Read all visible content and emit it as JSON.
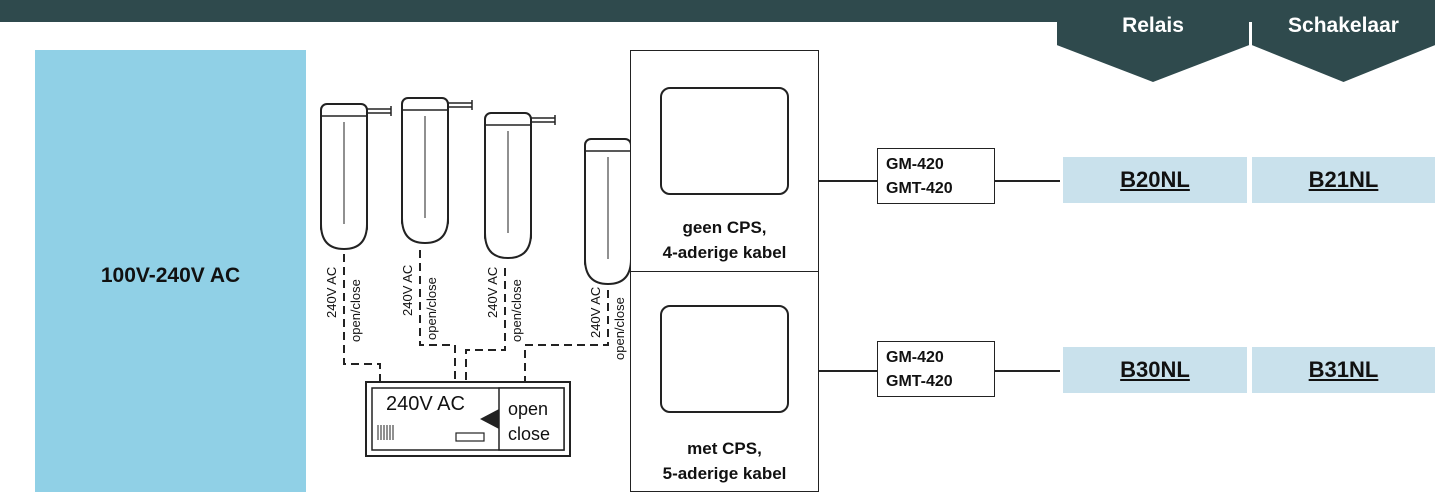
{
  "header": {
    "title": "",
    "tabs": [
      {
        "label": "Relais"
      },
      {
        "label": "Schakelaar"
      }
    ]
  },
  "power": {
    "label": "100V-240V AC"
  },
  "motors": [
    {
      "line1": "240V AC",
      "line2": "open/close"
    },
    {
      "line1": "240V AC",
      "line2": "open/close"
    },
    {
      "line1": "240V AC",
      "line2": "open/close"
    },
    {
      "line1": "240V AC",
      "line2": "open/close"
    }
  ],
  "controller": {
    "voltage": "240V AC",
    "open": "open",
    "close": "close"
  },
  "rows": [
    {
      "caption_line1": "geen CPS,",
      "caption_line2": "4-aderige kabel",
      "model_line1": "GM-420",
      "model_line2": "GMT-420",
      "relais_product": "B20NL",
      "schakelaar_product": "B21NL"
    },
    {
      "caption_line1": "met CPS,",
      "caption_line2": "5-aderige kabel",
      "model_line1": "GM-420",
      "model_line2": "GMT-420",
      "relais_product": "B30NL",
      "schakelaar_product": "B31NL"
    }
  ],
  "colors": {
    "header": "#2f4a4d",
    "power_block": "#90d0e6",
    "product_cell": "#c9e1ec",
    "connector_green": "#2e9e3a"
  }
}
